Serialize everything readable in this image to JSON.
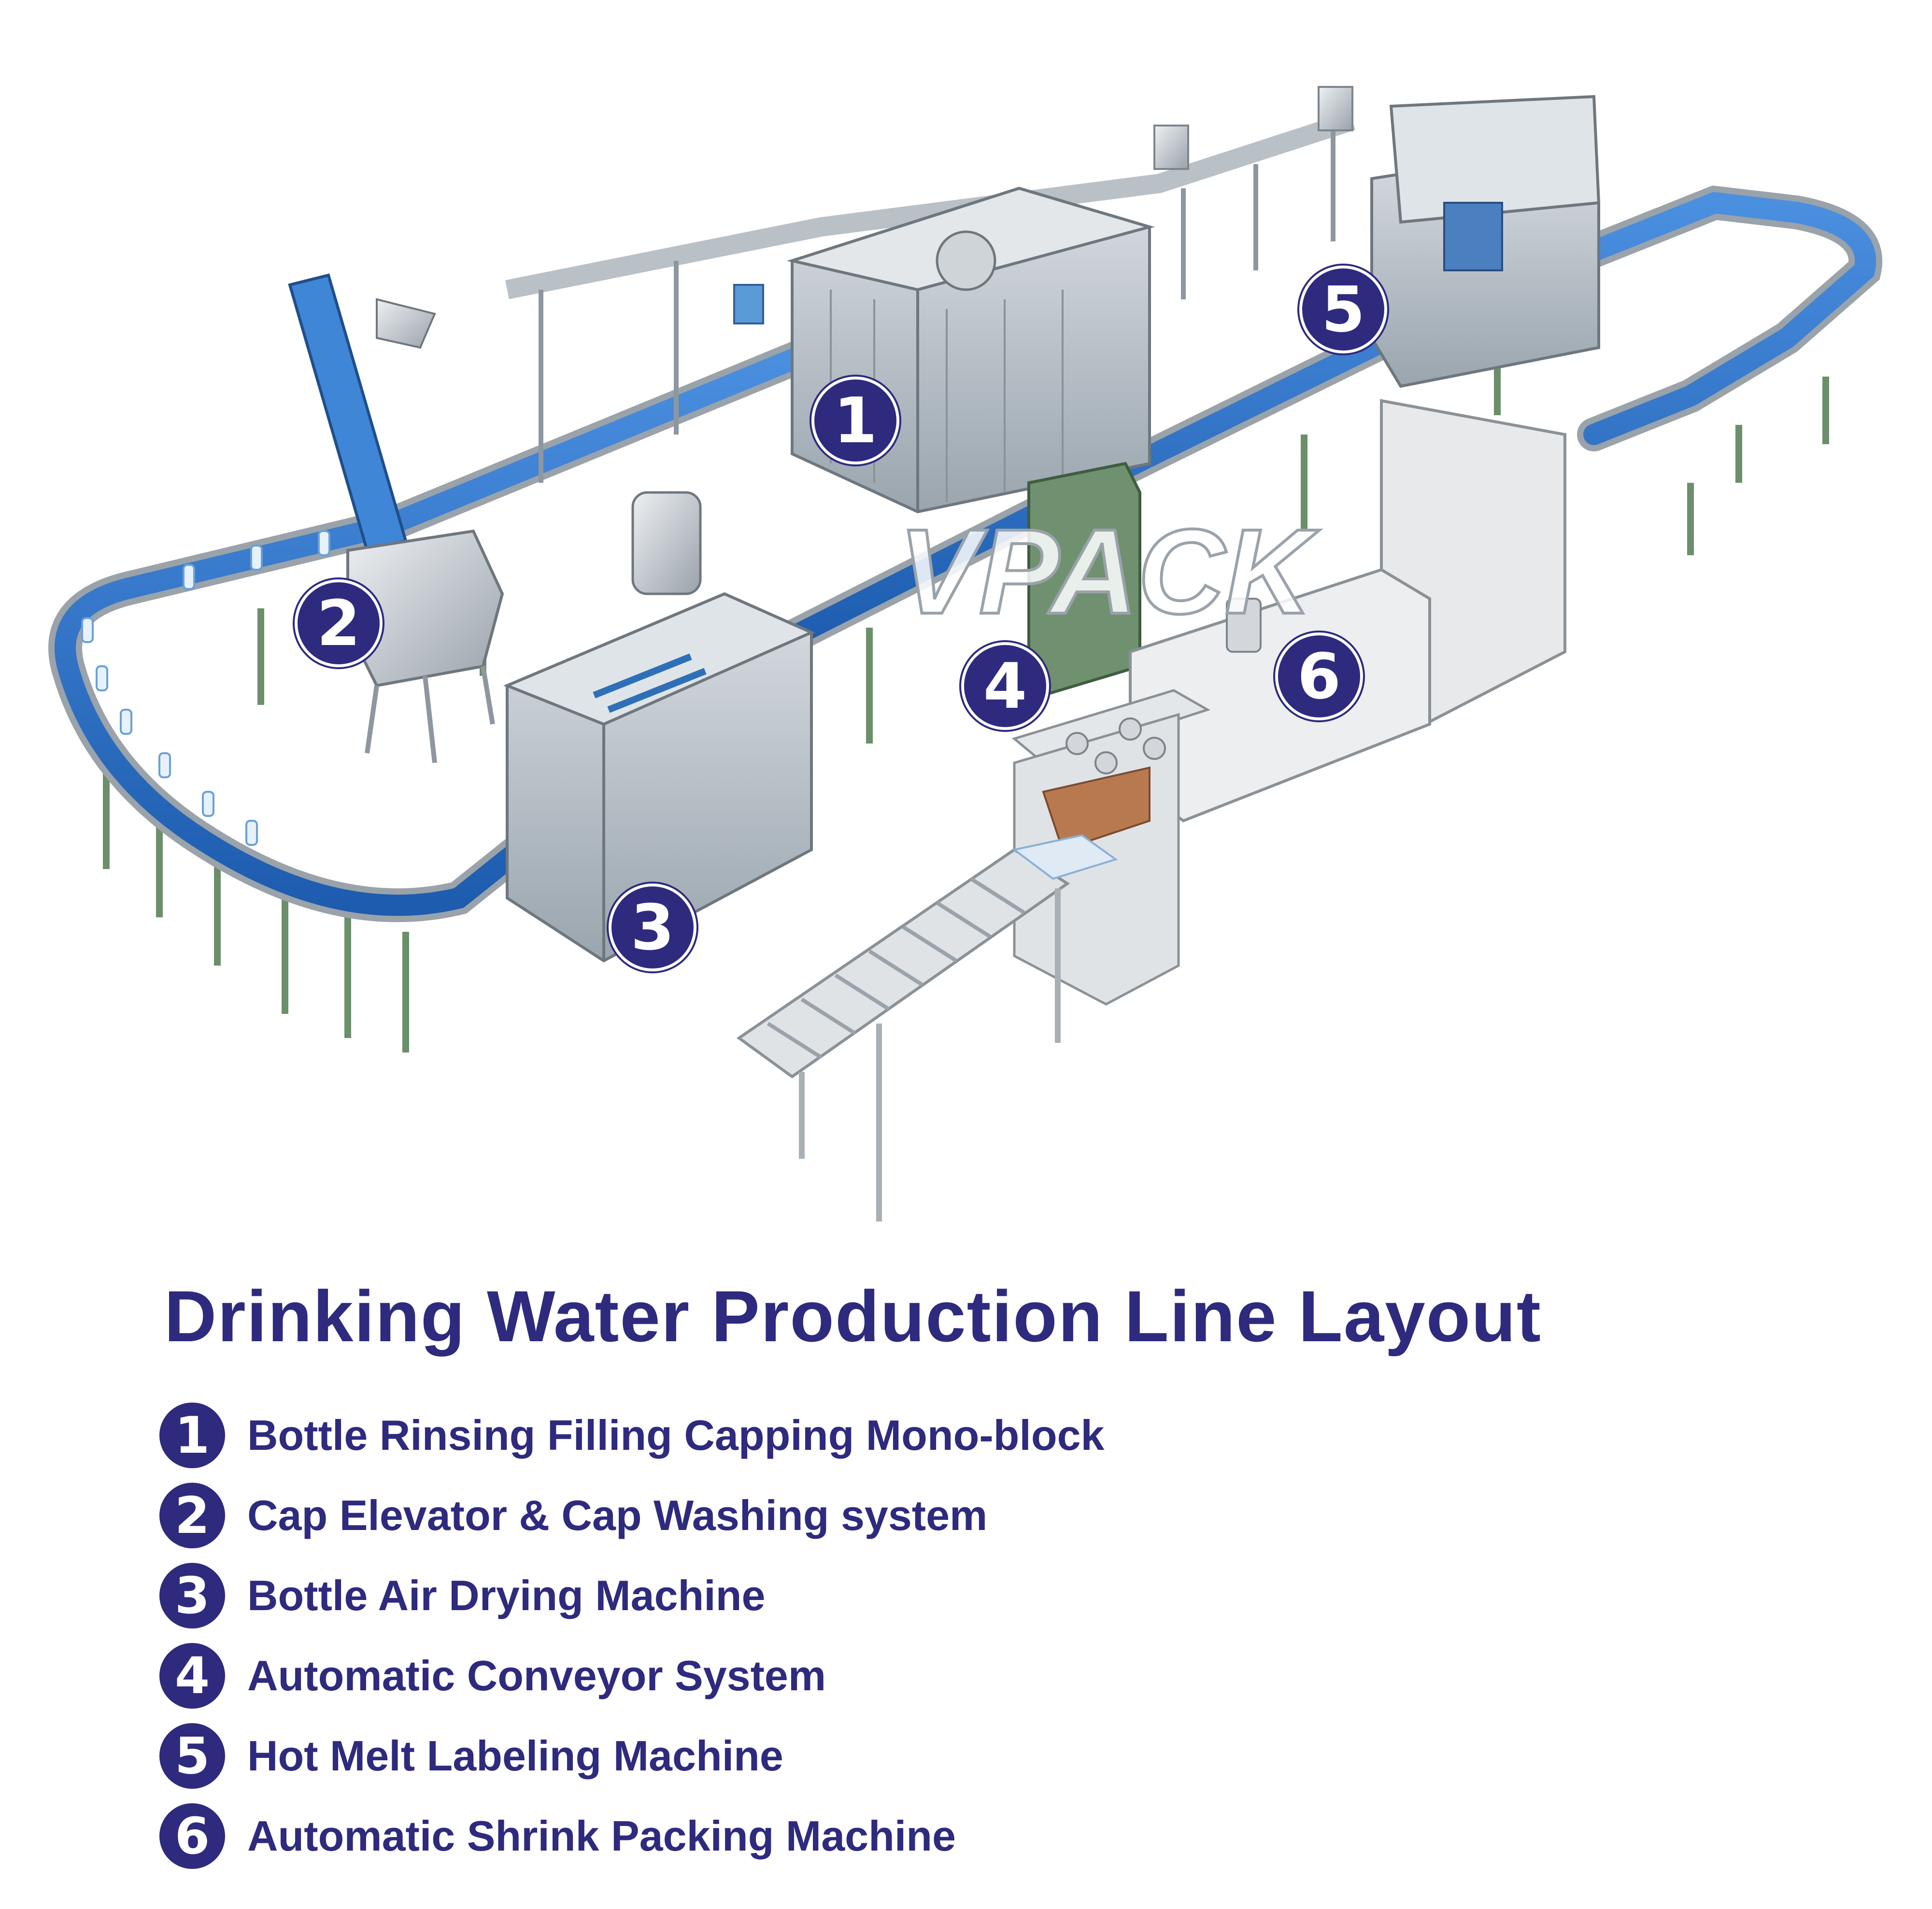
{
  "watermark": "VPACK",
  "badges": [
    "1",
    "2",
    "3",
    "4",
    "5",
    "6"
  ],
  "title": "Drinking Water Production Line Layout",
  "legend": [
    {
      "num": "1",
      "label": "Bottle Rinsing Filling Capping Mono-block"
    },
    {
      "num": "2",
      "label": "Cap Elevator & Cap Washing system"
    },
    {
      "num": "3",
      "label": "Bottle Air Drying Machine"
    },
    {
      "num": "4",
      "label": "Automatic Conveyor System"
    },
    {
      "num": "5",
      "label": "Hot Melt Labeling Machine"
    },
    {
      "num": "6",
      "label": "Automatic Shrink Packing Machine"
    }
  ],
  "colors": {
    "brand": "#2e2a7e",
    "conveyor": "#2a6fc4",
    "steel": "#c9ced3",
    "frame": "#6b8f6a"
  }
}
